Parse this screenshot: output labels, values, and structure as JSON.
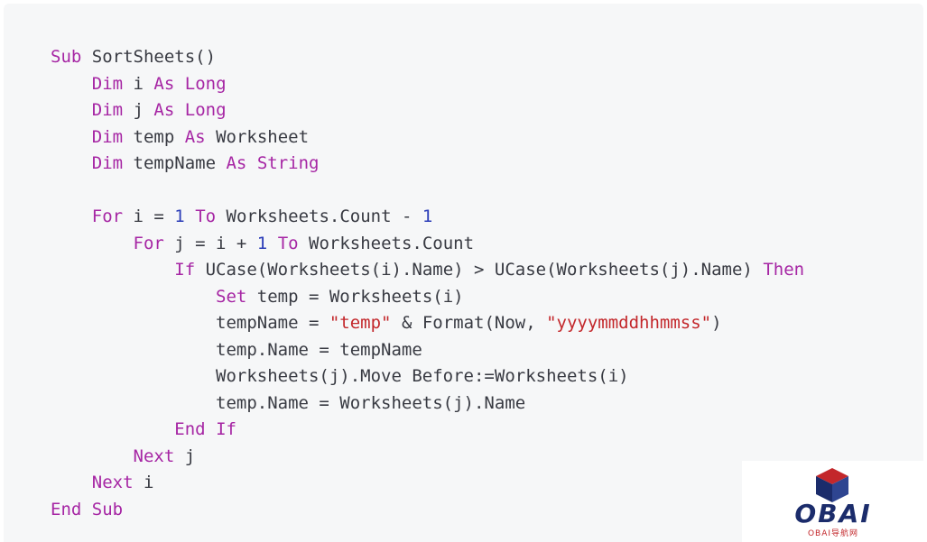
{
  "code_block": {
    "lines": [
      [
        {
          "t": "Sub",
          "c": "kw"
        },
        {
          "t": " SortSheets()",
          "c": "plain"
        }
      ],
      [
        {
          "t": "    ",
          "c": "plain"
        },
        {
          "t": "Dim",
          "c": "kw"
        },
        {
          "t": " i ",
          "c": "plain"
        },
        {
          "t": "As",
          "c": "kw"
        },
        {
          "t": " ",
          "c": "plain"
        },
        {
          "t": "Long",
          "c": "kw"
        }
      ],
      [
        {
          "t": "    ",
          "c": "plain"
        },
        {
          "t": "Dim",
          "c": "kw"
        },
        {
          "t": " j ",
          "c": "plain"
        },
        {
          "t": "As",
          "c": "kw"
        },
        {
          "t": " ",
          "c": "plain"
        },
        {
          "t": "Long",
          "c": "kw"
        }
      ],
      [
        {
          "t": "    ",
          "c": "plain"
        },
        {
          "t": "Dim",
          "c": "kw"
        },
        {
          "t": " temp ",
          "c": "plain"
        },
        {
          "t": "As",
          "c": "kw"
        },
        {
          "t": " Worksheet",
          "c": "plain"
        }
      ],
      [
        {
          "t": "    ",
          "c": "plain"
        },
        {
          "t": "Dim",
          "c": "kw"
        },
        {
          "t": " tempName ",
          "c": "plain"
        },
        {
          "t": "As",
          "c": "kw"
        },
        {
          "t": " ",
          "c": "plain"
        },
        {
          "t": "String",
          "c": "kw"
        }
      ],
      [],
      [
        {
          "t": "    ",
          "c": "plain"
        },
        {
          "t": "For",
          "c": "kw"
        },
        {
          "t": " i = ",
          "c": "plain"
        },
        {
          "t": "1",
          "c": "num"
        },
        {
          "t": " ",
          "c": "plain"
        },
        {
          "t": "To",
          "c": "kw"
        },
        {
          "t": " Worksheets.Count - ",
          "c": "plain"
        },
        {
          "t": "1",
          "c": "num"
        }
      ],
      [
        {
          "t": "        ",
          "c": "plain"
        },
        {
          "t": "For",
          "c": "kw"
        },
        {
          "t": " j = i + ",
          "c": "plain"
        },
        {
          "t": "1",
          "c": "num"
        },
        {
          "t": " ",
          "c": "plain"
        },
        {
          "t": "To",
          "c": "kw"
        },
        {
          "t": " Worksheets.Count",
          "c": "plain"
        }
      ],
      [
        {
          "t": "            ",
          "c": "plain"
        },
        {
          "t": "If",
          "c": "kw"
        },
        {
          "t": " UCase(Worksheets(i).Name) > UCase(Worksheets(j).Name) ",
          "c": "plain"
        },
        {
          "t": "Then",
          "c": "kw"
        }
      ],
      [
        {
          "t": "                ",
          "c": "plain"
        },
        {
          "t": "Set",
          "c": "kw"
        },
        {
          "t": " temp = Worksheets(i)",
          "c": "plain"
        }
      ],
      [
        {
          "t": "                tempName = ",
          "c": "plain"
        },
        {
          "t": "\"temp\"",
          "c": "str"
        },
        {
          "t": " & Format(Now, ",
          "c": "plain"
        },
        {
          "t": "\"yyyymmddhhmmss\"",
          "c": "str"
        },
        {
          "t": ")",
          "c": "plain"
        }
      ],
      [
        {
          "t": "                temp.Name = tempName",
          "c": "plain"
        }
      ],
      [
        {
          "t": "                Worksheets(j).Move Before:=Worksheets(i)",
          "c": "plain"
        }
      ],
      [
        {
          "t": "                temp.Name = Worksheets(j).Name",
          "c": "plain"
        }
      ],
      [
        {
          "t": "            ",
          "c": "plain"
        },
        {
          "t": "End",
          "c": "kw"
        },
        {
          "t": " ",
          "c": "plain"
        },
        {
          "t": "If",
          "c": "kw"
        }
      ],
      [
        {
          "t": "        ",
          "c": "plain"
        },
        {
          "t": "Next",
          "c": "kw"
        },
        {
          "t": " j",
          "c": "plain"
        }
      ],
      [
        {
          "t": "    ",
          "c": "plain"
        },
        {
          "t": "Next",
          "c": "kw"
        },
        {
          "t": " i",
          "c": "plain"
        }
      ],
      [
        {
          "t": "End",
          "c": "kw"
        },
        {
          "t": " ",
          "c": "plain"
        },
        {
          "t": "Sub",
          "c": "kw"
        }
      ]
    ]
  },
  "colors": {
    "panel_background": "#f6f7f8",
    "keyword": "#a626a4",
    "number": "#2b3db8",
    "string": "#c3272b",
    "plain": "#383a42",
    "brand_navy": "#1b2c6b",
    "brand_red": "#c3272b"
  },
  "watermark": {
    "icon": "cube-logo-icon",
    "brand": "OBAI",
    "subtitle": "OBAI导航网"
  }
}
